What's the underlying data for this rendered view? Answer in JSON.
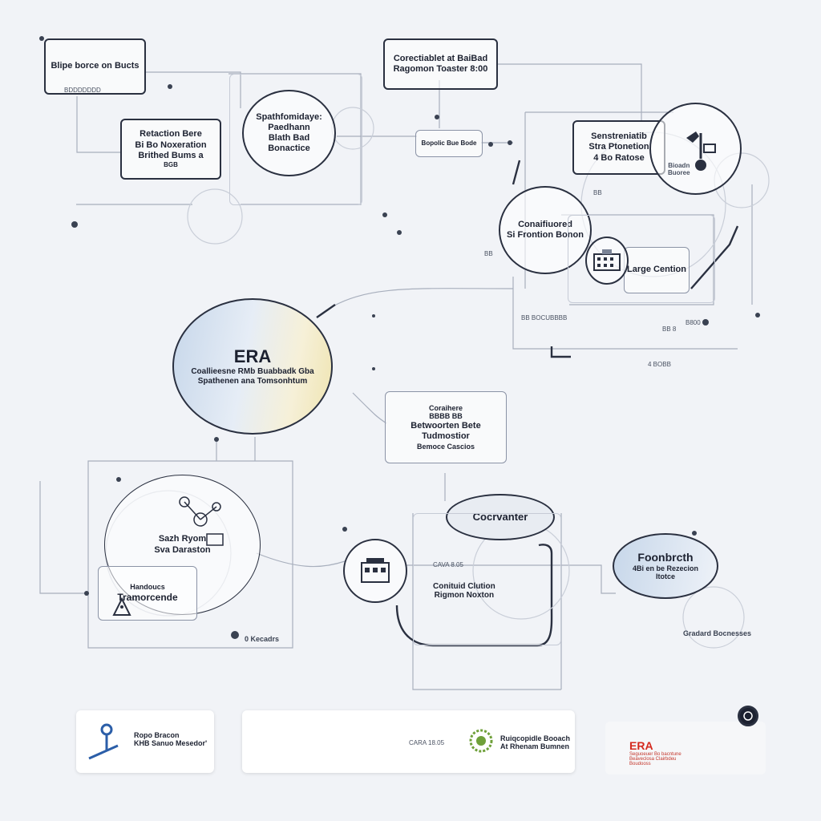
{
  "top_left_box": {
    "label": "Blipe borce on Bucts",
    "sub": "BDDDDDDD"
  },
  "top_center_box": {
    "line1": "Corectiablet at BaiBad",
    "line2": "Ragomon Toaster 8:00"
  },
  "left_box": {
    "line1": "Retaction Bere",
    "line2": "Bi Bo Noxeration",
    "line3": "Brithed Bums a",
    "line4": "BGB"
  },
  "left_oval": {
    "line1": "Spathfomidaye:",
    "line2": "Paedhann",
    "line3": "Blath Bad",
    "line4": "Bonactice"
  },
  "center_small_box": {
    "label": "Bopolic Bue Bode"
  },
  "right_top_box": {
    "line1": "Senstreniatib",
    "line2": "Stra Ptonetion",
    "line3": "4 Bo Ratose"
  },
  "right_circle_caption": {
    "line1": "Bioadn",
    "line2": "Buoree"
  },
  "right_mid_oval": {
    "line1": "Conaifiuored",
    "line2": "Si Frontion Bonon"
  },
  "large_center_box": {
    "label": "Large Cention"
  },
  "right_mid_small_labels": {
    "a": "BB",
    "b": "BB",
    "c": "BB 8",
    "d": "B800",
    "e": "4 BOBB",
    "f": "BB BOCUBBBB"
  },
  "era_oval": {
    "title": "ERA",
    "line1": "Coallieesne RMb Buabbadk Gba",
    "line2": "Spathenen ana Tomsonhtum"
  },
  "center_mid_box": {
    "top": "Coraihere",
    "code": "BBBB BB",
    "line1": "Betwoorten Bete Tudmostior",
    "line2": "Bemoce Cascios"
  },
  "lower_left_oval": {
    "line1": "Sazh Ryom",
    "line2": "Sva Daraston"
  },
  "lower_left_box": {
    "line1": "Handoucs",
    "line2": "Tramorcende"
  },
  "lower_left_footer": {
    "label": "0 Kecadrs"
  },
  "coconvanter_oval": {
    "label": "Cocrvanter"
  },
  "lower_center_box": {
    "line1": "Conituid Clution",
    "line2": "Rigmon Noxton",
    "code": "CAVA 8.05"
  },
  "foonbreth_oval": {
    "title": "Foonbrcth",
    "line1": "4Bi en be Rezecion",
    "line2": "Itotce"
  },
  "lower_right_caption": {
    "label": "Gradard Bocnesses"
  },
  "footer": {
    "left_card": {
      "line1": "Ropo Bracon",
      "line2": "KHB Sanuo Mesedor'"
    },
    "center_card": {
      "code": "CARA 18.05",
      "line1": "Ruiqcopidle Booach",
      "line2": "At Rhenam Bumnen"
    },
    "right_brand": {
      "title": "ERA",
      "line1": "Seguoeuer Bo bacntune",
      "line2": "Beaveclosa Clairbdeu",
      "line3": "Boudooss"
    }
  },
  "icons": [
    "network-node-icon",
    "building-icon",
    "gear-icon",
    "logo-seal-icon",
    "stamp-icon",
    "person-icon",
    "anchor-icon"
  ],
  "colors": {
    "accent_blue": "#c7d7ea",
    "accent_yellow": "#efe4b0",
    "brand_red": "#d42a1e",
    "line_dark": "#2a3040",
    "line_light": "#a8afbd"
  }
}
